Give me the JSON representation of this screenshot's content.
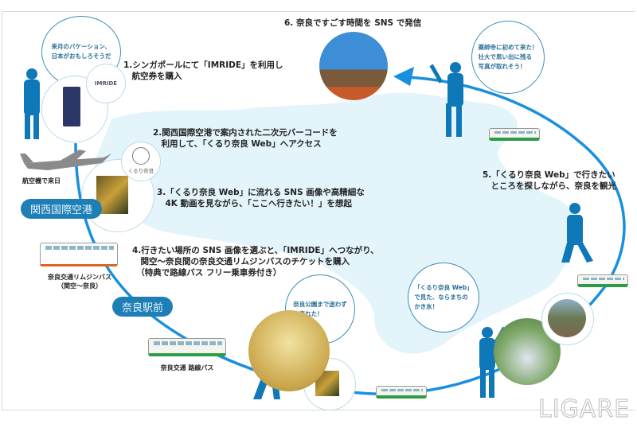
{
  "steps": {
    "s1": [
      "1.シンガポールにて「IMRIDE」を利用し",
      "　航空券を購入"
    ],
    "s2": [
      "2.関西国際空港で案内された二次元バーコードを",
      "　利用して、「くるり奈良 Web」へアクセス"
    ],
    "s3": [
      "3.「くるり奈良 Web」に流れる SNS 画像や高精細な",
      "　4K 動画を見ながら、「ここへ行きたい！」を想起"
    ],
    "s4": [
      "4.行きたい場所の SNS 画像を選ぶと、「IMRIDE」へつながり、",
      "　関空～奈良間の奈良交通リムジンバスのチケットを購入",
      "　（特典で路線バス フリー乗車券付き）"
    ],
    "s5": [
      "5.「くるり奈良 Web」で行きたい",
      "　ところを探しながら、奈良を観光"
    ],
    "s6": "6. 奈良ですごす時間を SNS で発信"
  },
  "bubbles": {
    "b1": [
      "来月のバケーション、",
      "日本がおもしろそうだ"
    ],
    "b2": [
      "薬師寺に初めて来た！",
      "壮大で思い出に残る",
      "写真が取れそう！"
    ],
    "b3": [
      "奈良公園まで迷わず",
      "に来れた！"
    ],
    "b4": [
      "「くるり奈良 Web」",
      "で見た、ならまちの",
      "かき氷！"
    ]
  },
  "labels": {
    "plane": "航空機で来日",
    "kansai": "関西国際空港",
    "nara_station": "奈良駅前",
    "limo_bus": [
      "奈良交通リムジンバス",
      "（関空～奈良）"
    ],
    "city_bus": "奈良交通 路線バス",
    "imride_logo": "IMRIDE",
    "kururi_logo": "くるり奈良"
  },
  "watermark": "LIGARE",
  "colors": {
    "accent": "#1a8fe0",
    "pill": "#1d7fb6",
    "map": "#e3f4fb",
    "person": "#0f78b8"
  }
}
